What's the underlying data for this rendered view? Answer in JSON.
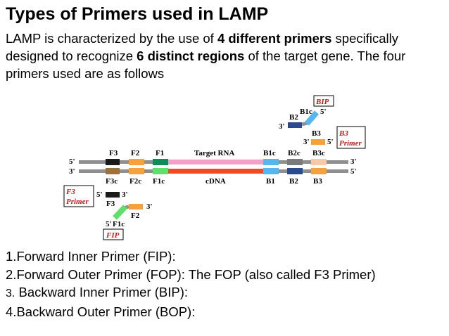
{
  "title": "Types of Primers used in LAMP",
  "intro": {
    "p1": "LAMP is characterized by the use of ",
    "b1": "4 different primers",
    "p2": " specifically designed to recognize ",
    "b2": "6 distinct regions",
    "p3": " of the target gene. The four primers used are as follows"
  },
  "diagram": {
    "top_labels": [
      "F3",
      "F2",
      "F1",
      "Target RNA",
      "B1c",
      "B2c",
      "B3c"
    ],
    "bottom_labels": [
      "F3c",
      "F2c",
      "F1c",
      "cDNA",
      "B1",
      "B2",
      "B3"
    ],
    "strand_ends": {
      "top_left": "5'",
      "bottom_left": "3'",
      "top_right": "3'",
      "bottom_right": "5'"
    },
    "bip_box": "BIP",
    "bip_labels": {
      "b1c": "B1c",
      "b1c_end": "5'",
      "b2": "B2",
      "b2_end": "3'"
    },
    "b3_labels": {
      "b3": "B3",
      "left_end": "3'",
      "right_end": "5'"
    },
    "b3_box": [
      "B3",
      "Primer"
    ],
    "f3_box": [
      "F3",
      "Primer"
    ],
    "f3_labels": {
      "left_end": "5'",
      "right_end": "3'",
      "f3": "F3"
    },
    "fip_labels": {
      "f2": "F2",
      "f2_end": "3'",
      "f1c_end": "5'",
      "f1c": "F1c"
    },
    "fip_box": "FIP",
    "colors": {
      "strand": "#8f8f8f",
      "target_rna": "#f2a0c8",
      "cdna": "#f04a22",
      "f3": "#1a1a1a",
      "f3c": "#a0703a",
      "f2": "#f6a23c",
      "f1": "#0f8c5a",
      "f1c_light": "#5fe06a",
      "b1": "#56b6ee",
      "b2": "#2a4a90",
      "b2c": "#7a7a7a",
      "b3": "#f6a23c",
      "b3c": "#f8c8a8"
    }
  },
  "list": [
    {
      "num": "1.",
      "text": "Forward Inner Primer (FIP):",
      "small": false
    },
    {
      "num": "2.",
      "text": "Forward Outer Primer (FOP): The FOP (also called F3 Primer)",
      "small": false
    },
    {
      "num": "3.",
      "text": " Backward Inner Primer (BIP):",
      "small": true
    },
    {
      "num": "4.",
      "text": "Backward Outer Primer (BOP):",
      "small": false
    }
  ]
}
